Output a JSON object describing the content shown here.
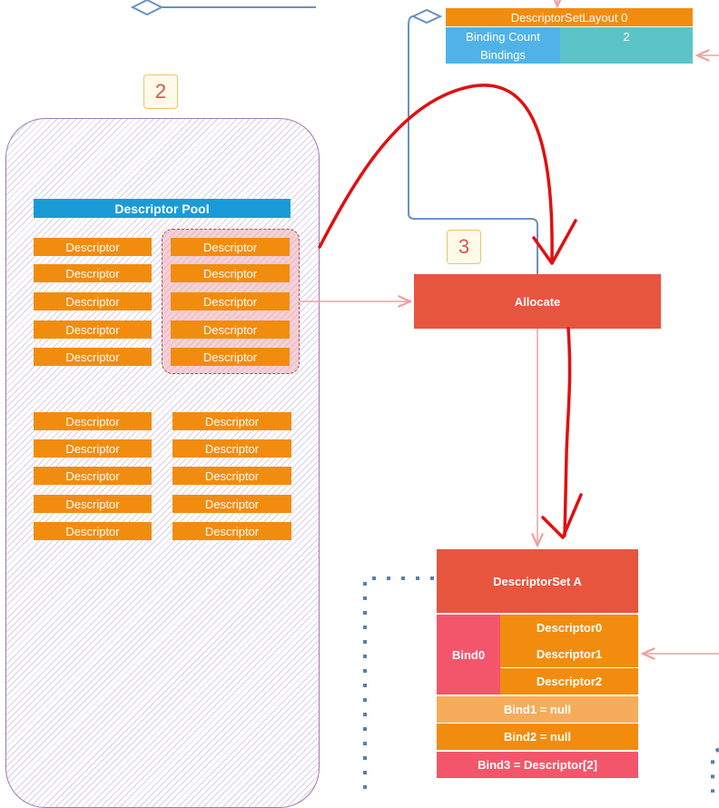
{
  "badges": {
    "pool_step": "2",
    "allocate_step": "3"
  },
  "layout": {
    "title": "DescriptorSetLayout 0",
    "binding_count_label": "Binding Count",
    "binding_count_value": "2",
    "bindings_label": "Bindings",
    "bindings_value": ""
  },
  "pool": {
    "title": "Descriptor Pool",
    "left_column_top": [
      "Descriptor",
      "Descriptor",
      "Descriptor",
      "Descriptor",
      "Descriptor"
    ],
    "right_column_top": [
      "Descriptor",
      "Descriptor",
      "Descriptor",
      "Descriptor",
      "Descriptor"
    ],
    "left_column_bottom": [
      "Descriptor",
      "Descriptor",
      "Descriptor",
      "Descriptor",
      "Descriptor"
    ],
    "right_column_bottom": [
      "Descriptor",
      "Descriptor",
      "Descriptor",
      "Descriptor",
      "Descriptor"
    ]
  },
  "allocate": {
    "label": "Allocate"
  },
  "descriptor_set": {
    "title": "DescriptorSet A",
    "bind0_label": "Bind0",
    "bind0_descriptors": [
      "Descriptor0",
      "Descriptor1",
      "Descriptor2"
    ],
    "bind1": "Bind1 = null",
    "bind2": "Bind2 = null",
    "bind3": "Bind3 = Descriptor[2]"
  },
  "colors": {
    "descriptor": "#f28c0f",
    "pool_title": "#1a9bd7",
    "allocate": "#e8553f",
    "binding_cell": "#5bc4c9",
    "binding_label": "#4fb3e8",
    "bind0": "#f3566a",
    "bind1": "#f5ad5b",
    "bind3": "#f3566a",
    "hand_arrow": "#e01010",
    "connector": "#6a8fc4",
    "link_arrow": "#f0a0a0"
  }
}
